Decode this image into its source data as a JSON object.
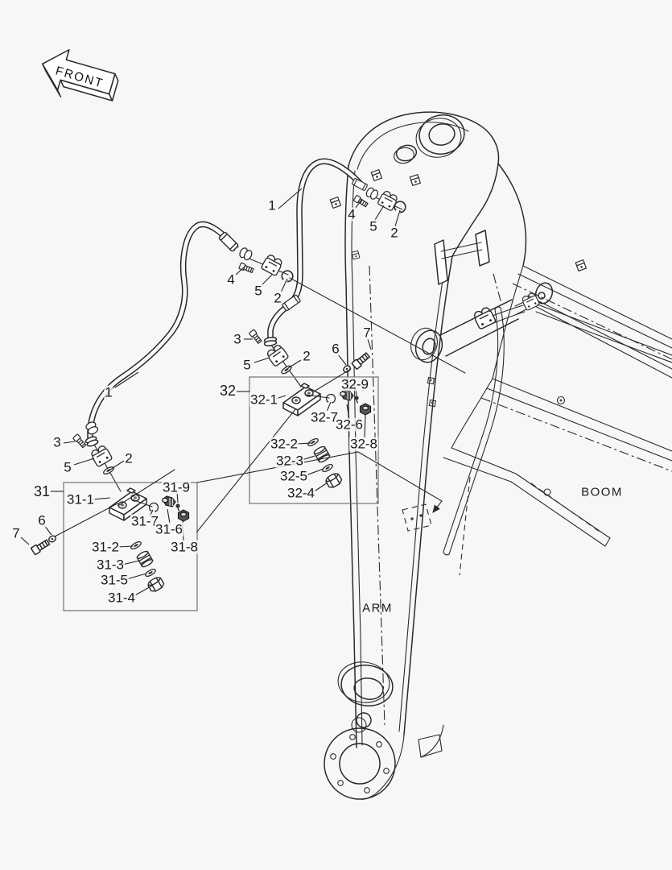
{
  "front_arrow": {
    "label": "FRONT"
  },
  "regions": {
    "boom": "BOOM",
    "arm": "ARM"
  },
  "callouts": [
    {
      "id": "hose-upper",
      "label": "1"
    },
    {
      "id": "bolt-top",
      "label": "4"
    },
    {
      "id": "clamp-top",
      "label": "5"
    },
    {
      "id": "snap-ring-top",
      "label": "2"
    },
    {
      "id": "hose-lower",
      "label": "1"
    },
    {
      "id": "bolt-mid",
      "label": "4"
    },
    {
      "id": "clamp-mid",
      "label": "5"
    },
    {
      "id": "ring-mid",
      "label": "2"
    },
    {
      "id": "bolt-elbow",
      "label": "3"
    },
    {
      "id": "clamp-elbow",
      "label": "5"
    },
    {
      "id": "ring-elbow",
      "label": "2"
    },
    {
      "id": "washer-right",
      "label": "6"
    },
    {
      "id": "bolt-right",
      "label": "7"
    },
    {
      "id": "bolt-left",
      "label": "3"
    },
    {
      "id": "clamp-left",
      "label": "5"
    },
    {
      "id": "ring-left",
      "label": "2"
    },
    {
      "id": "bolt-far-left",
      "label": "7"
    },
    {
      "id": "washer-far-left",
      "label": "6"
    },
    {
      "id": "group-31",
      "label": "31"
    },
    {
      "id": "part-31-1",
      "label": "31-1"
    },
    {
      "id": "part-31-9",
      "label": "31-9"
    },
    {
      "id": "part-31-7",
      "label": "31-7"
    },
    {
      "id": "part-31-6",
      "label": "31-6"
    },
    {
      "id": "part-31-8",
      "label": "31-8"
    },
    {
      "id": "part-31-2",
      "label": "31-2"
    },
    {
      "id": "part-31-3",
      "label": "31-3"
    },
    {
      "id": "part-31-5",
      "label": "31-5"
    },
    {
      "id": "part-31-4",
      "label": "31-4"
    },
    {
      "id": "group-32",
      "label": "32"
    },
    {
      "id": "part-32-1",
      "label": "32-1"
    },
    {
      "id": "part-32-9",
      "label": "32-9"
    },
    {
      "id": "part-32-7",
      "label": "32-7"
    },
    {
      "id": "part-32-6",
      "label": "32-6"
    },
    {
      "id": "part-32-8",
      "label": "32-8"
    },
    {
      "id": "part-32-2",
      "label": "32-2"
    },
    {
      "id": "part-32-3",
      "label": "32-3"
    },
    {
      "id": "part-32-5",
      "label": "32-5"
    },
    {
      "id": "part-32-4",
      "label": "32-4"
    }
  ]
}
